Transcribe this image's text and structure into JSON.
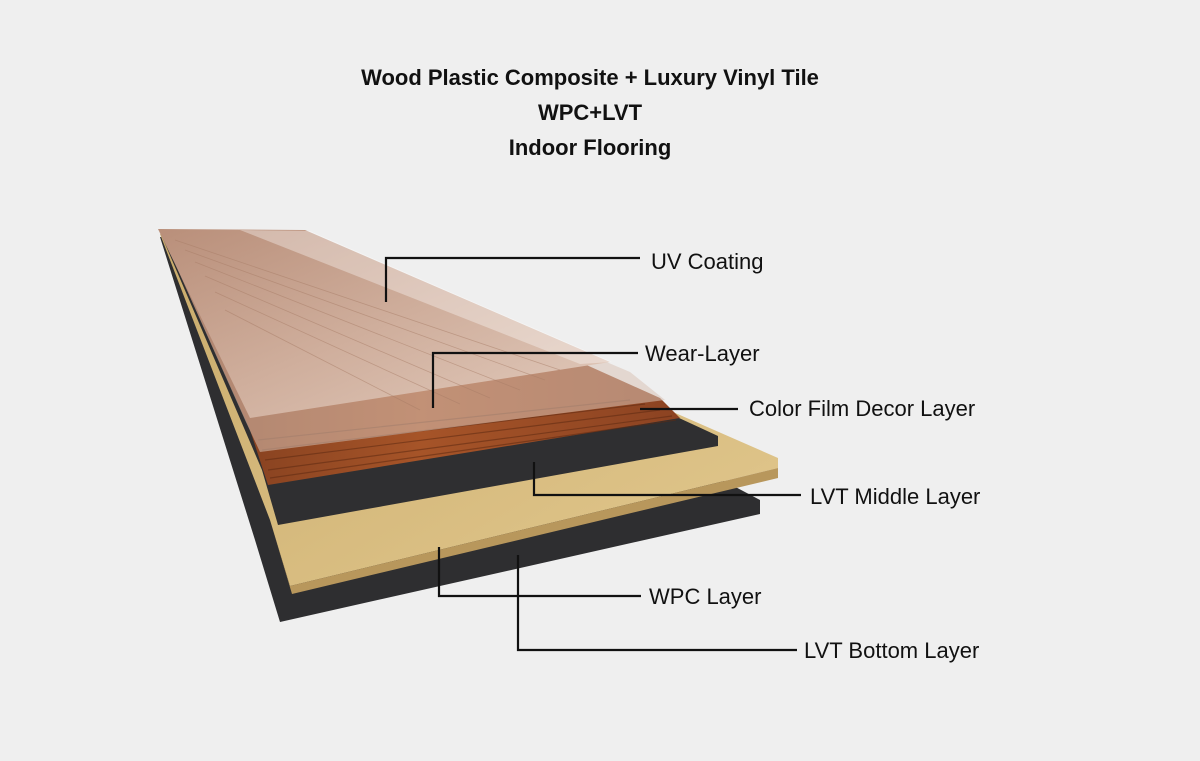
{
  "title": {
    "line1": "Wood Plastic Composite + Luxury Vinyl Tile",
    "line2": "WPC+LVT",
    "line3": "Indoor Flooring"
  },
  "layers": [
    {
      "id": "uv",
      "label": "UV Coating"
    },
    {
      "id": "wear",
      "label": "Wear-Layer"
    },
    {
      "id": "decor",
      "label": "Color Film Decor Layer"
    },
    {
      "id": "lvt-middle",
      "label": "LVT Middle Layer"
    },
    {
      "id": "wpc",
      "label": "WPC Layer"
    },
    {
      "id": "lvt-bottom",
      "label": "LVT Bottom Layer"
    }
  ],
  "colors": {
    "background": "#efefef",
    "wood_top": "#c9a48f",
    "wood_dark": "#9a4a22",
    "lvt": "#2f2f31",
    "wpc": "#d9bf83",
    "line": "#111111"
  }
}
